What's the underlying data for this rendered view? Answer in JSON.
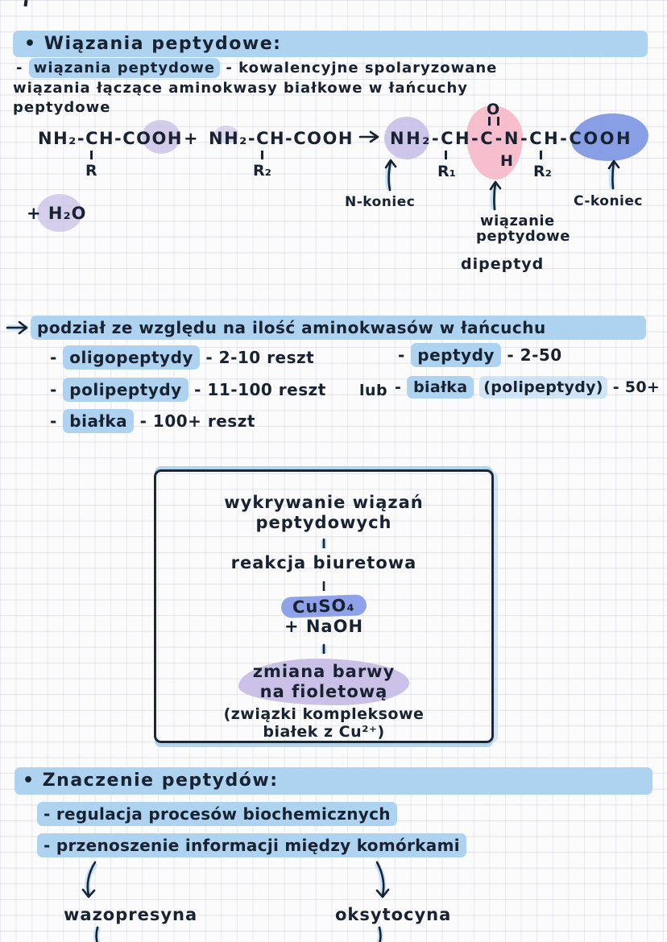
{
  "colors": {
    "highlight_blue": "#aed3f1",
    "blob_lavender": "#c6bce6",
    "blob_pink": "#f6b7c9",
    "blob_blue": "#7e97e3",
    "pill_periwinkle": "#8fa2e9",
    "blob_purple": "#cbc1e8",
    "ink": "#182230"
  },
  "icons": {
    "arrow_right": "→",
    "arrow_down": "↓",
    "arrow_up": "↑",
    "arrow_curved_down": "⤵"
  },
  "header": {
    "title": "• Wiązania peptydowe:"
  },
  "definition": {
    "dash": "-",
    "term": "wiązania peptydowe",
    "rest": "- kowalencyjne spolaryzowane",
    "line2": "wiązania łączące aminokwasy białkowe w łańcuchy",
    "line3": "peptydowe"
  },
  "equation": {
    "reactant1": "NH₂-CH-COOH",
    "plus": "+",
    "reactant2": "NH₂-CH-COOH",
    "r_label": "R",
    "r2_label": "R₂",
    "water": "+ H₂O",
    "product_chain": "NH₂-CH-C-N-CH-COOH",
    "o_atom": "O",
    "h_atom": "H",
    "r1_label": "R₁",
    "r2_label_product": "R₂",
    "n_end": "N-koniec",
    "c_end": "C-koniec",
    "bond_label_l1": "wiązanie",
    "bond_label_l2": "peptydowe",
    "product_name": "dipeptyd"
  },
  "classification": {
    "header": "podział ze względu na ilość aminokwasów w łańcuchu",
    "dash": "-",
    "oligo_term": "oligopeptydy",
    "oligo_rest": "- 2-10 reszt",
    "pept_term": "peptydy",
    "pept_rest": "- 2-50",
    "poli_term": "polipeptydy",
    "poli_rest": "- 11-100 reszt",
    "or_word": "lub",
    "protein2_term": "białka",
    "protein2_mid": "(polipeptydy)",
    "protein2_rest": "- 50+",
    "protein_term": "białka",
    "protein_rest": "- 100+ reszt"
  },
  "flowchart": {
    "step1_line1": "wykrywanie wiązań",
    "step1_line2": "peptydowych",
    "step2": "reakcja biuretowa",
    "reagent": "CuSO₄",
    "reagent2": "+ NaOH",
    "result_line1": "zmiana barwy",
    "result_line2": "na fioletową",
    "note_line1": "(związki kompleksowe",
    "note_line2": "białek z Cu²⁺)"
  },
  "meaning": {
    "title": "• Znaczenie peptydów:",
    "item1": "- regulacja procesów biochemicznych",
    "item2": "- przenoszenie informacji między komórkami",
    "hormone_left": "wazopresyna",
    "hormone_right": "oksytocyna"
  }
}
